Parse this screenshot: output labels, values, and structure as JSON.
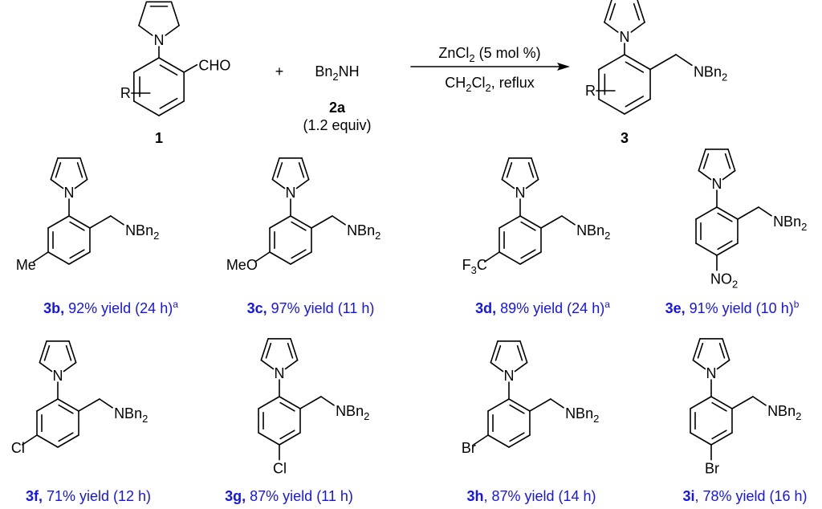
{
  "atoms": {
    "n": "N",
    "r": "R",
    "cho": "CHO",
    "nbn2": [
      "NBn",
      "2"
    ]
  },
  "scheme": {
    "reactant1_label": "1",
    "plus": "+",
    "amine": [
      "Bn",
      "2",
      "NH"
    ],
    "amine_label": "2a",
    "amine_equiv": "(1.2 equiv)",
    "conditions_top": [
      "ZnCl",
      "2",
      " (5 mol %)"
    ],
    "conditions_bottom": [
      "CH",
      "2",
      "Cl",
      "2",
      ", reflux"
    ],
    "product_label": "3"
  },
  "colors": {
    "caption": "#1414f0",
    "structure": "#000000"
  },
  "compounds": [
    {
      "id": "3b,",
      "rest": " 92% yield (24 h)",
      "sup": "a",
      "substituent": [
        "Me"
      ],
      "pattern": "meta"
    },
    {
      "id": "3c,",
      "rest": " 97% yield (11 h)",
      "sup": "",
      "substituent": [
        "MeO"
      ],
      "pattern": "meta"
    },
    {
      "id": "3d,",
      "rest": " 89% yield (24 h)",
      "sup": "a",
      "substituent": [
        "F",
        "3",
        "C"
      ],
      "pattern": "meta"
    },
    {
      "id": "3e,",
      "rest": " 91% yield (10 h)",
      "sup": "b",
      "substituent": [
        "NO",
        "2"
      ],
      "pattern": "para"
    },
    {
      "id": "3f,",
      "rest": " 71% yield (12 h)",
      "sup": "",
      "substituent": [
        "Cl"
      ],
      "pattern": "meta"
    },
    {
      "id": "3g,",
      "rest": " 87% yield (11 h)",
      "sup": "",
      "substituent": [
        "Cl"
      ],
      "pattern": "para"
    },
    {
      "id": "3h",
      "rest": ", 87% yield (14 h)",
      "sup": "",
      "substituent": [
        "Br"
      ],
      "pattern": "meta"
    },
    {
      "id": "3i",
      "rest": ", 78% yield (16 h)",
      "sup": "",
      "substituent": [
        "Br"
      ],
      "pattern": "para"
    }
  ]
}
